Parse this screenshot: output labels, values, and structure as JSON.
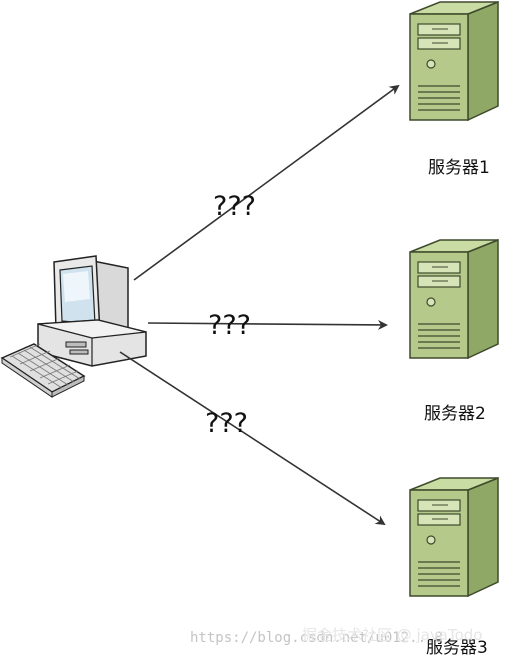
{
  "client": {
    "icon": "desktop-computer-icon"
  },
  "servers": [
    {
      "label": "服务器1",
      "icon": "server-tower-icon"
    },
    {
      "label": "服务器2",
      "icon": "server-tower-icon"
    },
    {
      "label": "服务器3",
      "icon": "server-tower-icon"
    }
  ],
  "connections": [
    {
      "label": "???"
    },
    {
      "label": "???"
    },
    {
      "label": "???"
    }
  ],
  "watermark": {
    "url": "https://blog.csdn.net/u012...8",
    "text": "掘金技术社区 @ javaTodo"
  },
  "colors": {
    "server_front": "#b4c98a",
    "server_side": "#8fa866",
    "server_top": "#c9dca3",
    "outline": "#3f4a2c",
    "arrow": "#333333"
  }
}
